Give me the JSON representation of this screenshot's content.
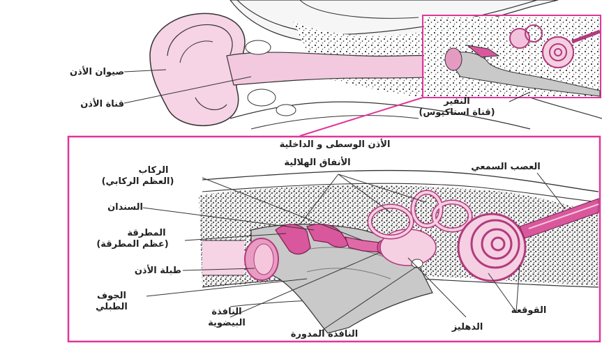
{
  "colors": {
    "frame": "#e0359a",
    "ear_pink": "#f2c2dc",
    "ear_pink_dark": "#d9579c",
    "bone": "#c9c9c9",
    "stipple": "#333333",
    "ink": "#222222"
  },
  "top_diagram": {
    "labels": {
      "auricle": "صيوان الأذن",
      "ear_canal": "قناة الأذن",
      "eustachian_line1": "النفير",
      "eustachian_line2": "(قناة استاكيوس)"
    }
  },
  "detail_panel": {
    "title": "الأذن الوسطى و الداخلية",
    "labels": {
      "stapes_line1": "الركاب",
      "stapes_line2": "(العظم الركابي)",
      "semicircular": "الأنفاق الهلالية",
      "auditory_nerve": "العصب السمعي",
      "incus": "السندان",
      "malleus_line1": "المطرقة",
      "malleus_line2": "(عظم المطرقة)",
      "eardrum": "طبلة الأذن",
      "tympanic_line1": "الجوف",
      "tympanic_line2": "الطبلي",
      "oval_line1": "النافذة",
      "oval_line2": "البيضوية",
      "round_window": "النافذة المدورة",
      "vestibule": "الدهليز",
      "cochlea": "القوقعة"
    }
  }
}
